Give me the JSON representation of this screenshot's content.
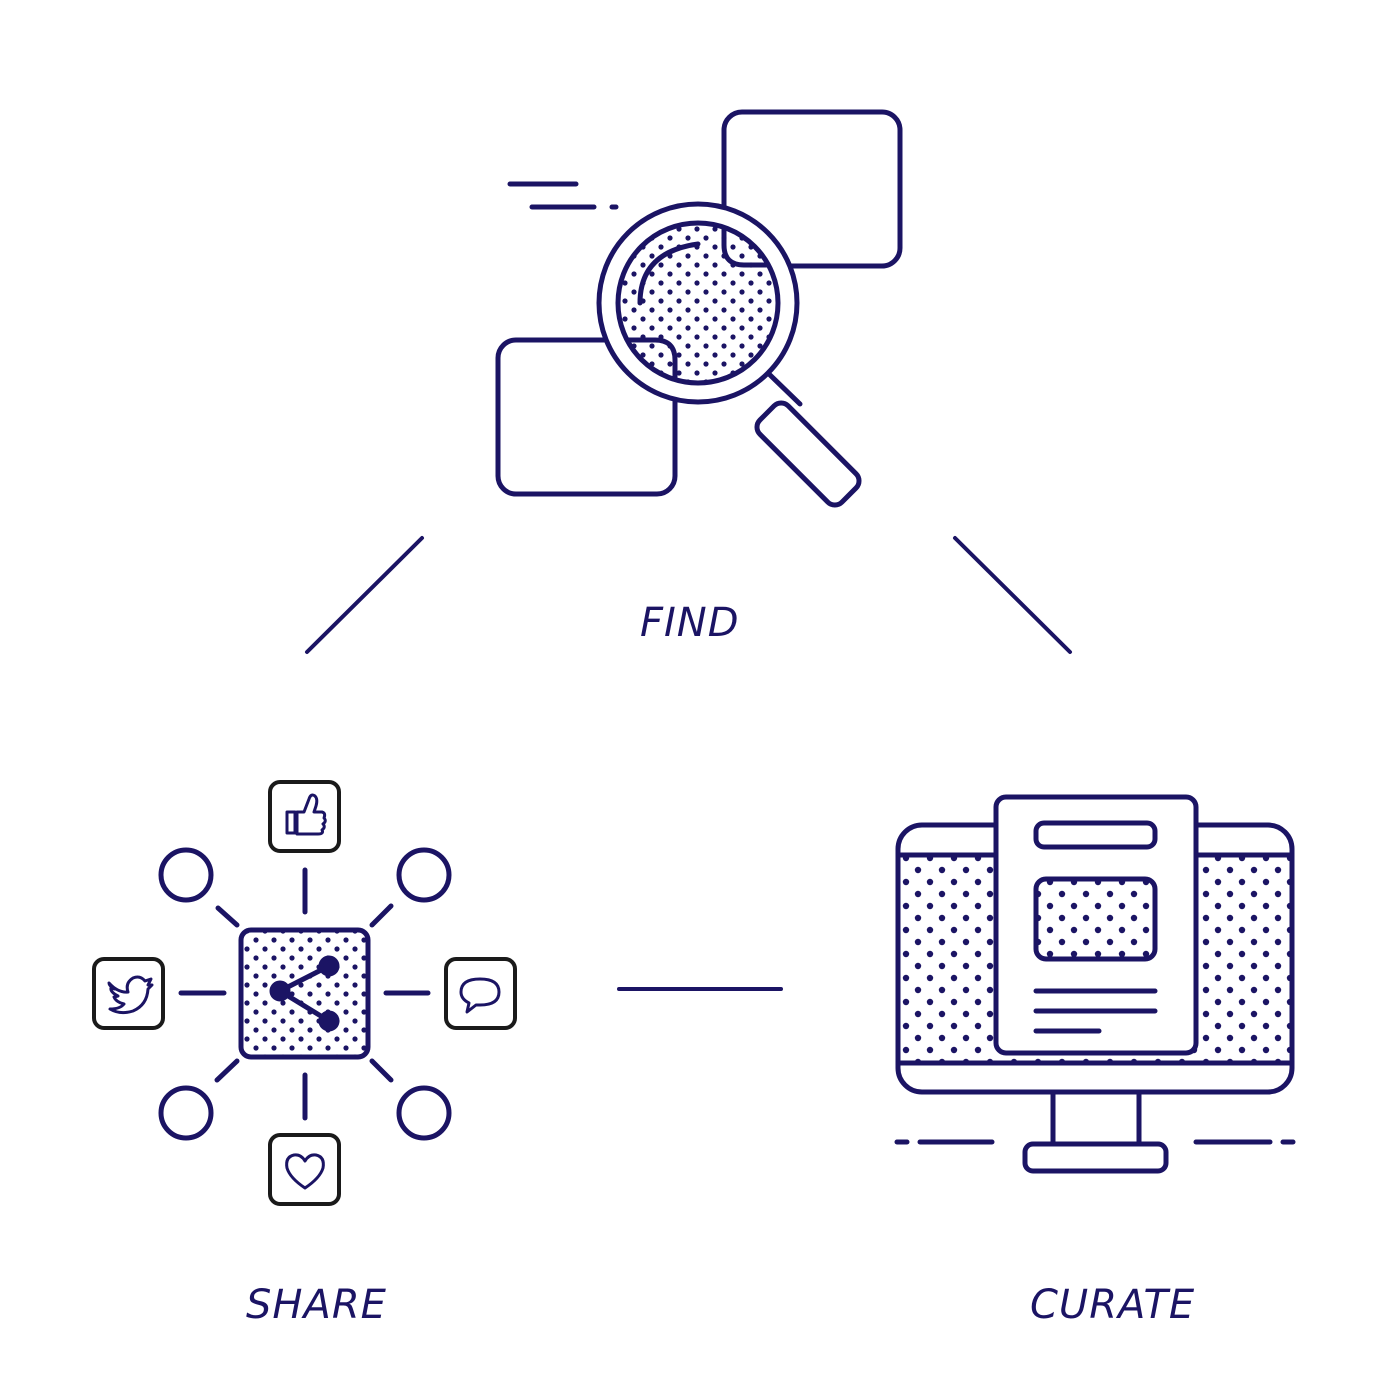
{
  "labels": {
    "find": "FIND",
    "share": "SHARE",
    "curate": "CURATE"
  },
  "colors": {
    "primary": "#1b1464",
    "icon_box_stroke": "#1a1a1a",
    "background": "#ffffff"
  },
  "icons": {
    "find": "magnifying-glass-icon",
    "share": "share-network-icon",
    "curate": "desktop-monitor-icon",
    "like": "thumbs-up-icon",
    "twitter": "twitter-bird-icon",
    "comment": "speech-bubble-icon",
    "favorite": "heart-icon"
  }
}
